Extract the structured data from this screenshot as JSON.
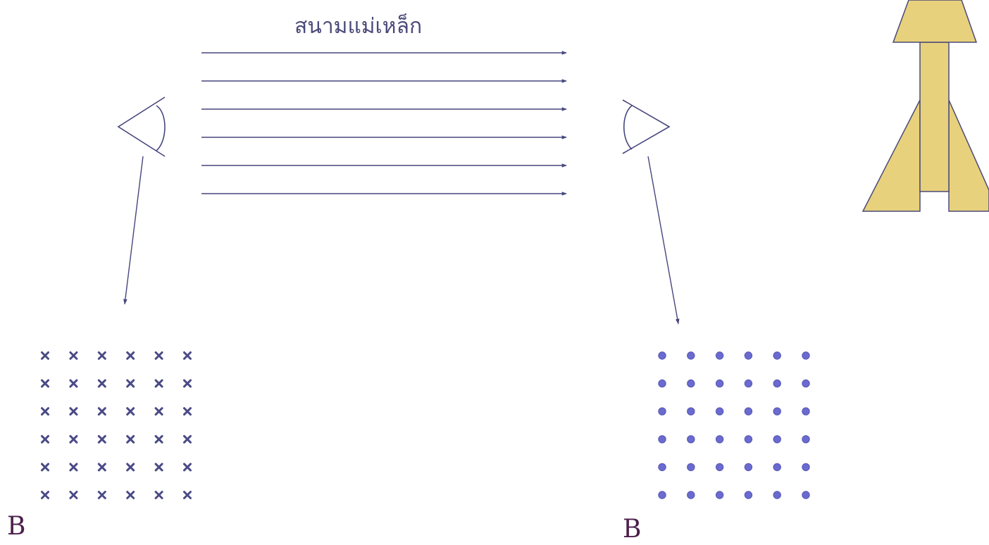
{
  "title": "สนามแม่เหล็ก",
  "field_lines": {
    "count": 6,
    "direction": "right"
  },
  "views": [
    {
      "id": "left",
      "label": "B",
      "symbol": "cross",
      "rows": 6,
      "cols": 6,
      "meaning": "into-page"
    },
    {
      "id": "right",
      "label": "B",
      "symbol": "dot",
      "rows": 6,
      "cols": 6,
      "meaning": "out-of-page"
    }
  ],
  "icons": [
    "eye-icon-left",
    "eye-icon-right",
    "arrow-up-icon"
  ],
  "colors": {
    "line": "#46467e",
    "cross": "#4a4a86",
    "dot": "#6a6ad0",
    "dot_edge": "#5656b4",
    "arrow_fill": "#e8d17c",
    "arrow_stroke": "#4a4a7a",
    "label": "#4b1f4b"
  }
}
